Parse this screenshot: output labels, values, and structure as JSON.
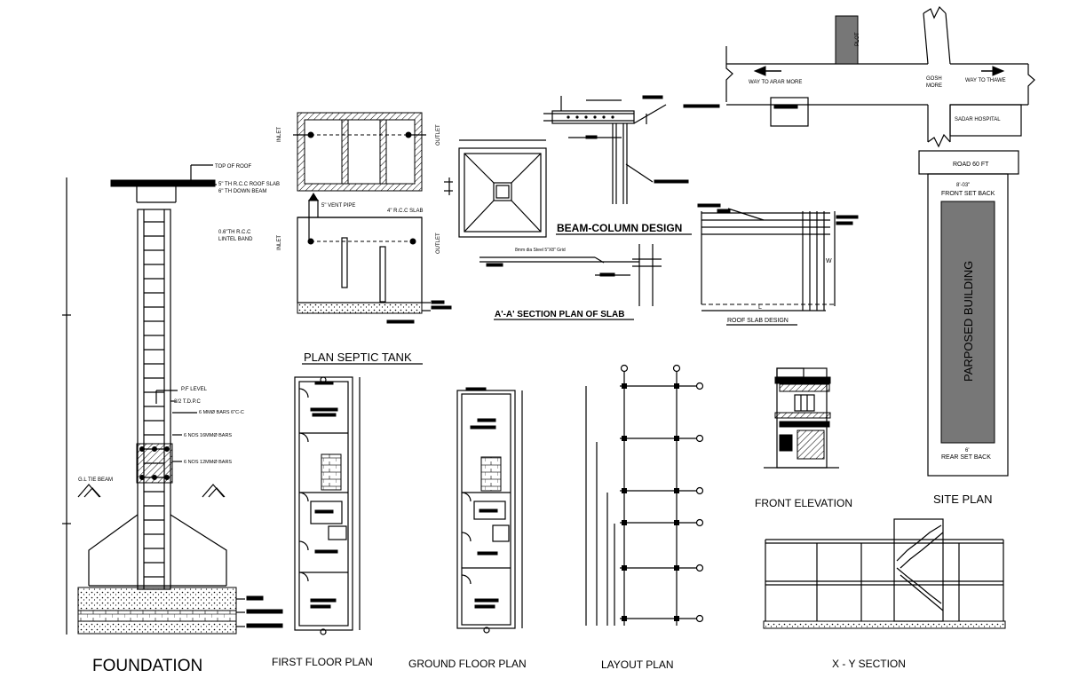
{
  "foundation": {
    "title": "FOUNDATION",
    "labels": {
      "top_of_roof": "TOP OF ROOF",
      "roof_slab": "5\" TH R.C.C ROOF SLAB",
      "down_beam": "6\" TH DOWN BEAM",
      "lintel": "0.6\"TH R.C.C",
      "lintel2": "LINTEL BAND",
      "pf_level": "P.F LEVEL",
      "dpc": "3/2 T.D.P.C",
      "bars1": "6 MMØ BARS 6\"C-C",
      "bars2": "6 NOS 16MMØ BARS",
      "bars3": "6 NOS 12MMØ BARS",
      "tie_beam": "G.L TIE BEAM"
    }
  },
  "septic": {
    "title": "PLAN SEPTIC TANK",
    "inlet": "INLET",
    "outlet": "OUTLET",
    "vent": "5\" VENT PIPE",
    "slab": "4\" R.C.C SLAB"
  },
  "slab_section": {
    "title": "A'-A' SECTION PLAN OF SLAB",
    "note": "8mm dia Steel 5\"X8\" Grid"
  },
  "beam_column": {
    "title": "BEAM-COLUMN DESIGN"
  },
  "roof_slab": {
    "title": "ROOF SLAB DESIGN",
    "l": "L",
    "w": "W"
  },
  "site": {
    "title": "SITE PLAN",
    "plot": "PLOT",
    "way_left": "WAY TO ARAR MORE",
    "gosh": "GOSH",
    "more": "MORE",
    "way_right": "WAY TO THAWE",
    "hospital": "SADAR HOSPITAL",
    "road": "ROAD 60 FT",
    "front_dim": "8'-03\"",
    "front_setback": "FRONT SET BACK",
    "building": "PARPOSED BUILDING",
    "rear_dim": "6'",
    "rear_setback": "REAR SET BACK"
  },
  "plans": {
    "first_floor": "FIRST FLOOR PLAN",
    "ground_floor": "GROUND FLOOR PLAN",
    "layout": "LAYOUT PLAN",
    "front_elevation": "FRONT ELEVATION",
    "xy_section": "X - Y  SECTION"
  }
}
